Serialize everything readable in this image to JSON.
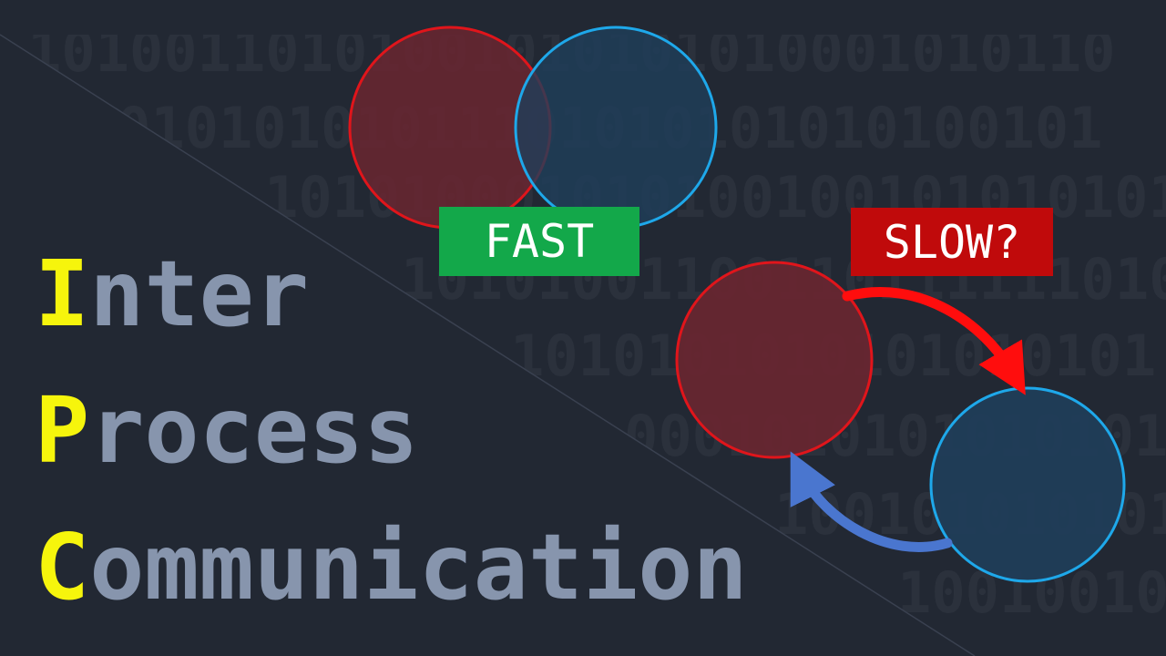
{
  "background": {
    "color": "#222833",
    "binary_rows": [
      "10100110101001010101010001010110",
      "01010101011101010101010100101",
      "101010001010100100101010101",
      "10101001100110111111010",
      "1010101010101010101",
      "00010101010101010",
      "100101010101",
      "100100101"
    ]
  },
  "title": {
    "lines": [
      {
        "initial": "I",
        "rest": "nter"
      },
      {
        "initial": "P",
        "rest": "rocess"
      },
      {
        "initial": "C",
        "rest": "ommunication"
      }
    ],
    "initial_color": "#f6f50c",
    "rest_color": "#8795ad"
  },
  "labels": {
    "fast": {
      "text": "FAST",
      "color": "#13a84a"
    },
    "slow": {
      "text": "SLOW?",
      "color": "#c00a0b"
    }
  },
  "process_colors": {
    "red_stroke": "#e0151b",
    "red_fill": "#6a2630",
    "blue_stroke": "#1ea8ea",
    "blue_fill": "#1f3e5a",
    "red_arrow": "#ff0d0d",
    "blue_arrow": "#4a76cf"
  }
}
